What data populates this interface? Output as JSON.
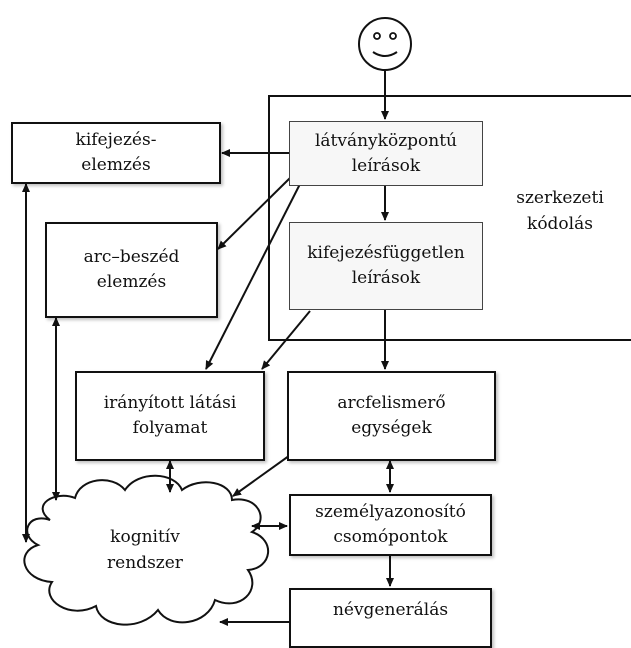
{
  "boxes": {
    "viewer_centered": "látványközpontú\nleírások",
    "expression_independent": "kifejezésfüggetlen\nleírások",
    "expression_analysis": "kifejezés-\nelemzés",
    "facial_speech_analysis": "arc–beszéd\nelemzés",
    "directed_visual_processing": "irányított látási\nfolyamat",
    "face_recognition_units": "arcfelismerő\negységek",
    "person_identity_nodes": "személyazonosító\ncsomópontok",
    "name_generation": "névgenerálás"
  },
  "labels": {
    "structural_encoding": "szerkezeti\nkódolás",
    "cognitive_system": "kognitív\nrendszer"
  },
  "colors": {
    "line": "#111111",
    "box_fill": "#ffffff",
    "inner_fill": "#f7f7f7"
  }
}
